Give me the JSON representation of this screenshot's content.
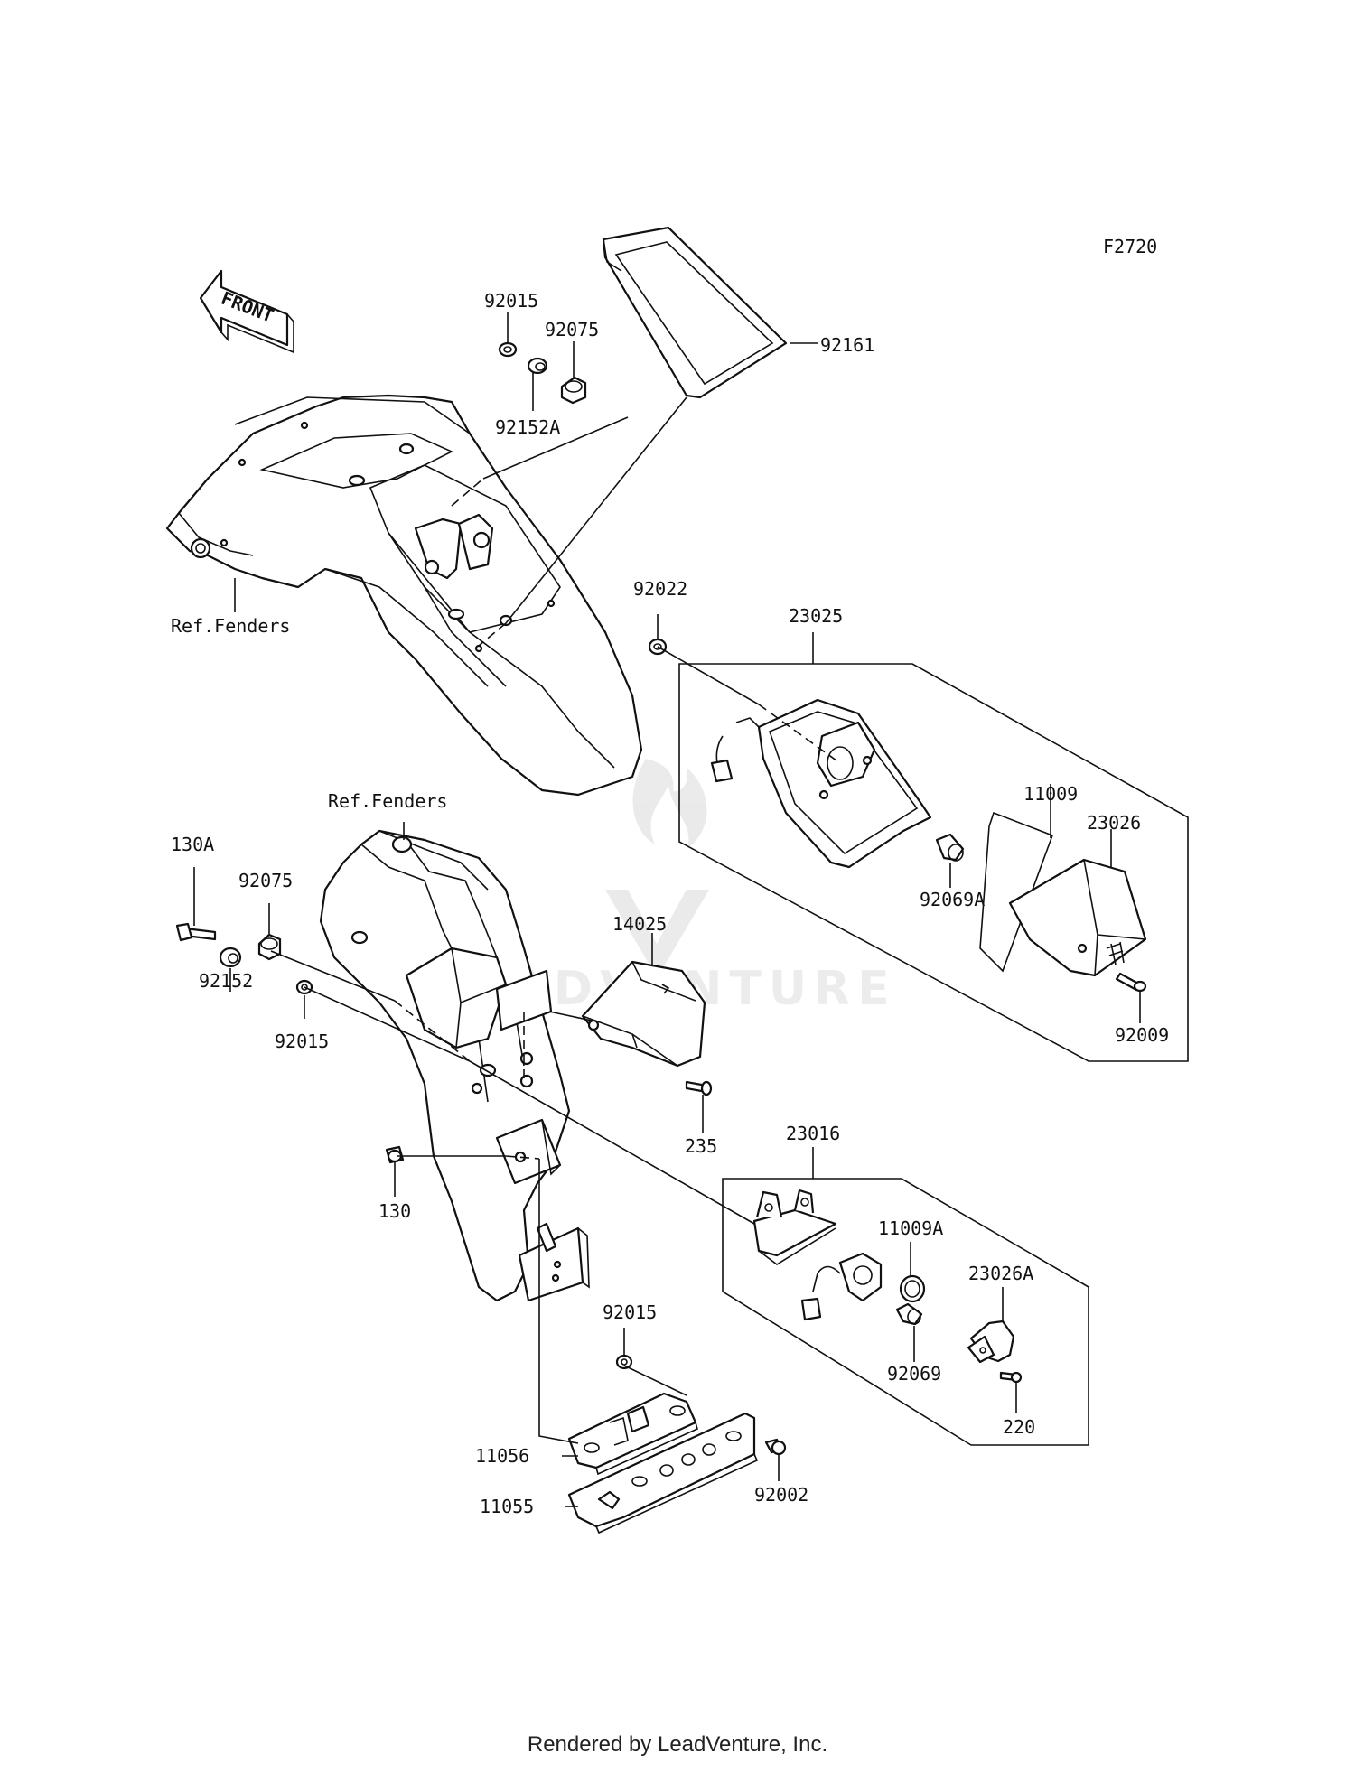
{
  "diagram_code": "F2720",
  "front_arrow": "FRONT",
  "watermark": "LEADVENTURE",
  "footer": "Rendered by LeadVenture, Inc.",
  "labels": {
    "p92015_top": "92015",
    "p92075_top": "92075",
    "p92161": "92161",
    "p92152A": "92152A",
    "ref_fenders_top": "Ref.Fenders",
    "p92022": "92022",
    "p23025": "23025",
    "p11009": "11009",
    "p23026": "23026",
    "p92069A": "92069A",
    "p92009": "92009",
    "ref_fenders_mid": "Ref.Fenders",
    "p130A": "130A",
    "p92075_mid": "92075",
    "p92152": "92152",
    "p92015_mid": "92015",
    "p14025": "14025",
    "p235": "235",
    "p23016": "23016",
    "p11009A": "11009A",
    "p23026A": "23026A",
    "p130": "130",
    "p92069": "92069",
    "p220": "220",
    "p92015_low": "92015",
    "p11056": "11056",
    "p11055": "11055",
    "p92002": "92002"
  }
}
